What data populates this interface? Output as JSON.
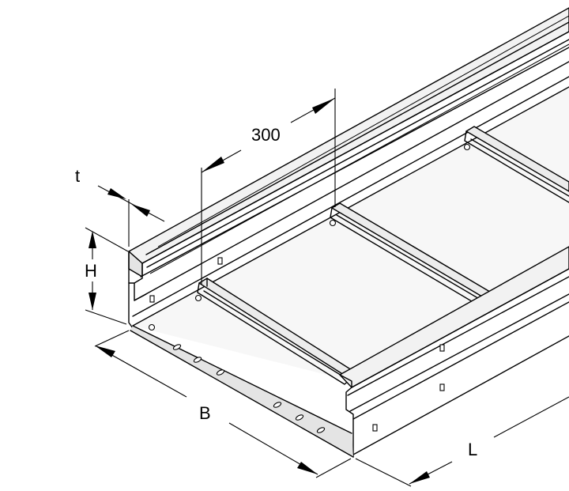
{
  "dimensions": {
    "rung_spacing": "300",
    "thickness": "t",
    "height": "H",
    "width": "B",
    "length": "L"
  }
}
